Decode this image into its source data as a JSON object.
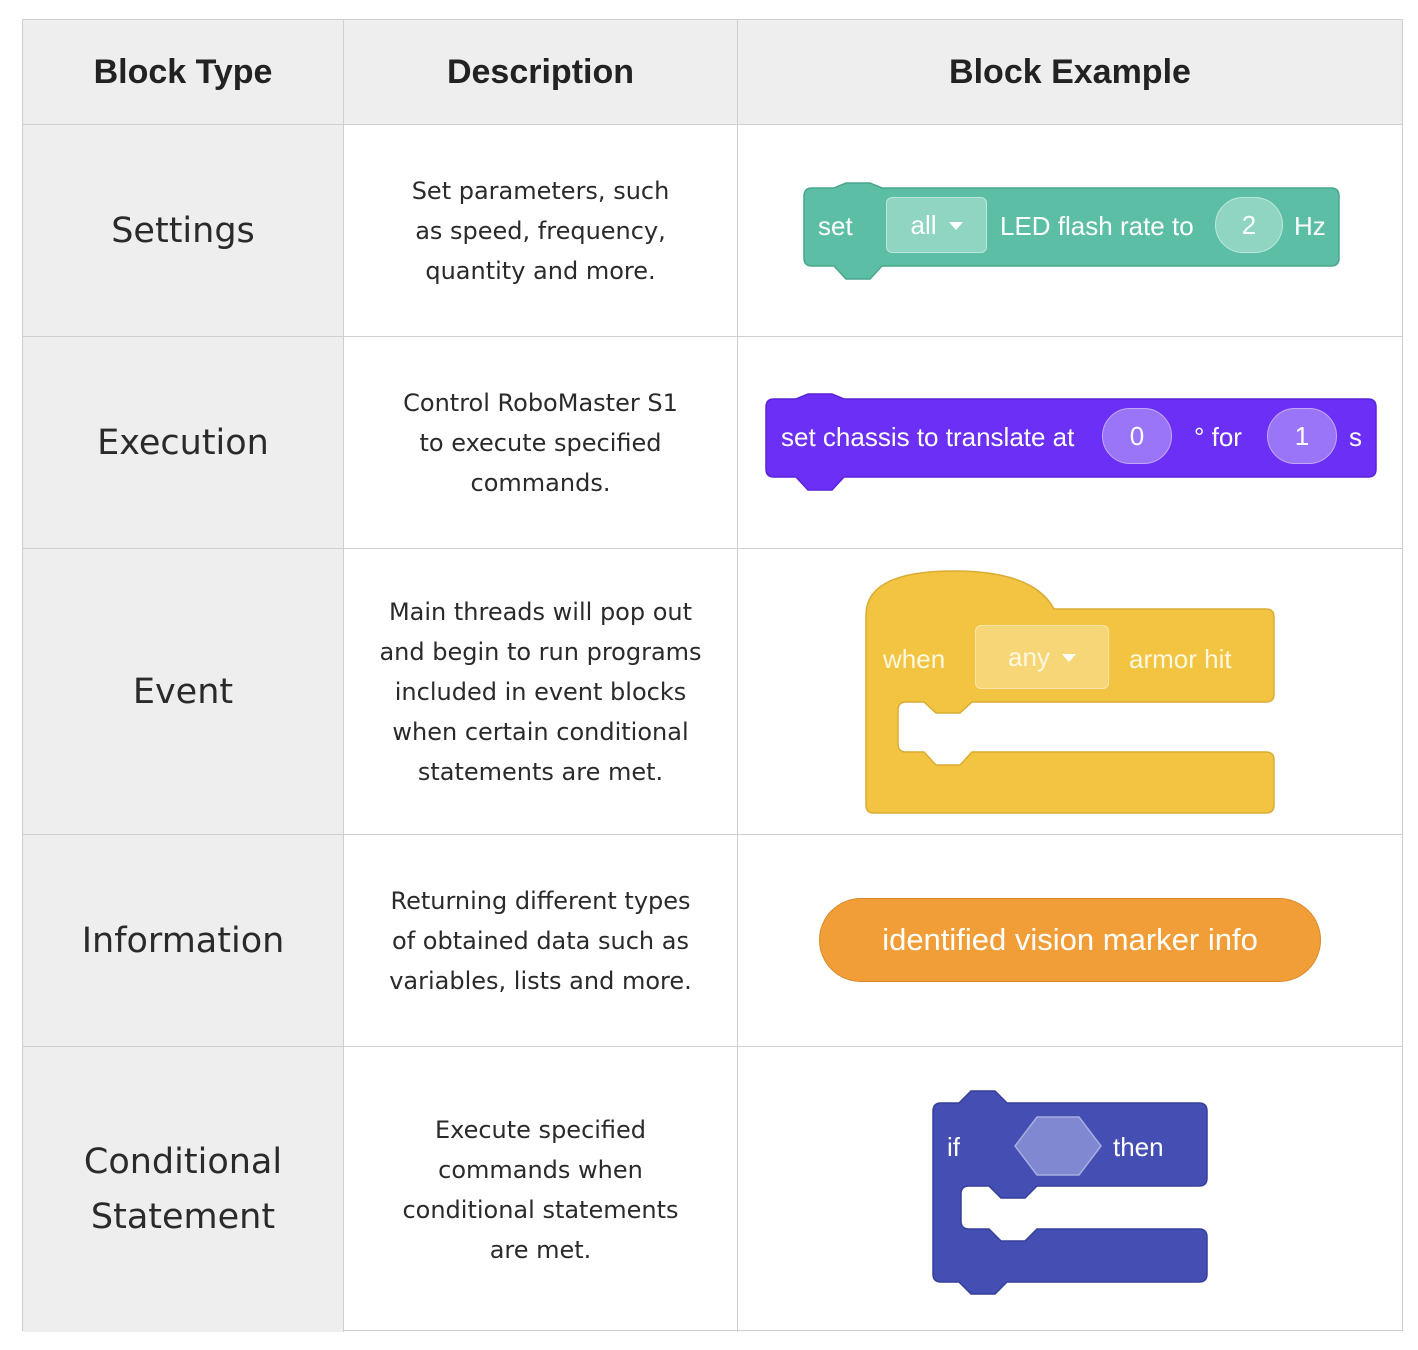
{
  "table": {
    "headers": [
      "Block Type",
      "Description",
      "Block Example"
    ],
    "rows": [
      {
        "type_lines": [
          "Settings"
        ],
        "description_lines": [
          "Set parameters, such",
          "as speed, frequency,",
          "quantity and more."
        ],
        "example": {
          "color": "#5cbfa5",
          "parts": [
            "set",
            "all",
            "LED flash rate to",
            "2",
            "Hz"
          ]
        }
      },
      {
        "type_lines": [
          "Execution"
        ],
        "description_lines": [
          "Control RoboMaster S1",
          "to execute specified",
          "commands."
        ],
        "example": {
          "color": "#6c2ff5",
          "parts": [
            "set chassis to translate at",
            "0",
            "° for",
            "1",
            "s"
          ]
        }
      },
      {
        "type_lines": [
          "Event"
        ],
        "description_lines": [
          "Main threads will pop out",
          "and begin to run programs",
          "included in event blocks",
          "when certain conditional",
          "statements are met."
        ],
        "example": {
          "color": "#f2c441",
          "parts": [
            "when",
            "any",
            "armor hit"
          ]
        }
      },
      {
        "type_lines": [
          "Information"
        ],
        "description_lines": [
          "Returning different types",
          "of obtained data such as",
          "variables, lists and more."
        ],
        "example": {
          "color": "#f19e38",
          "parts": [
            "identified vision marker info"
          ]
        }
      },
      {
        "type_lines": [
          "Conditional",
          "Statement"
        ],
        "description_lines": [
          "Execute specified",
          "commands when",
          "conditional statements",
          "are met."
        ],
        "example": {
          "color": "#444eb3",
          "parts": [
            "if",
            "then"
          ]
        }
      }
    ]
  }
}
